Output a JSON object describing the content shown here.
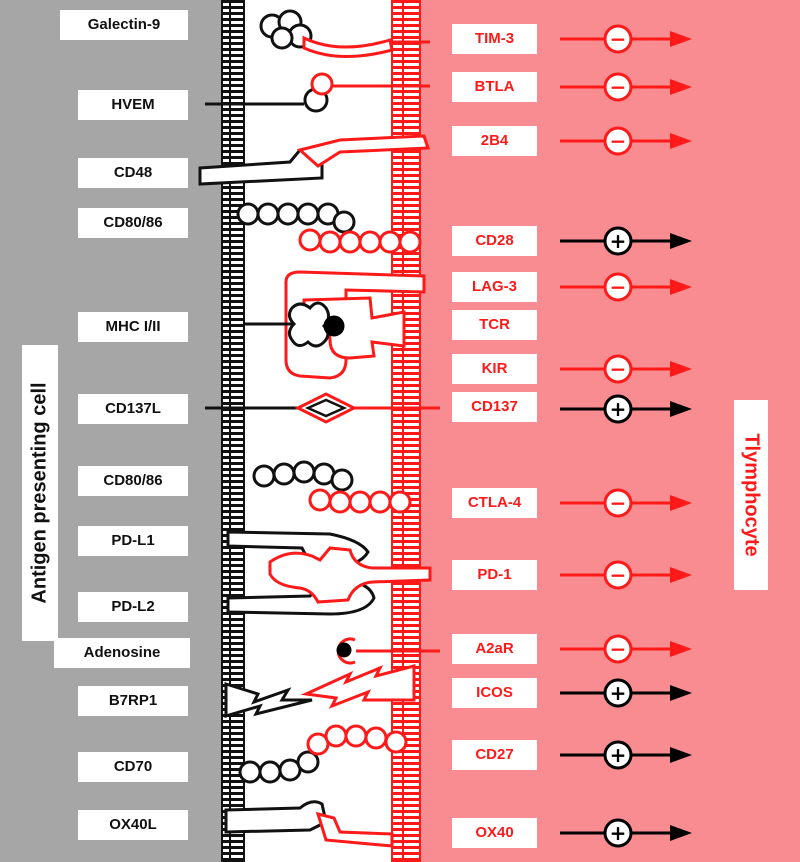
{
  "diagram": {
    "apc_title": "Antigen presenting cell",
    "tcell_title": "Tlymphocyte",
    "colors": {
      "apc_bg": "#a6a6a6",
      "tcell_bg": "#f98c90",
      "inhibitory": "#ff1a1a",
      "stimulatory": "#000000"
    },
    "ligands": [
      "Galectin-9",
      "HVEM",
      "CD48",
      "CD80/86",
      "MHC I/II",
      "CD137L",
      "CD80/86",
      "PD-L1",
      "PD-L2",
      "Adenosine",
      "B7RP1",
      "CD70",
      "OX40L"
    ],
    "receptors": [
      {
        "label": "TIM-3",
        "signal": "−"
      },
      {
        "label": "BTLA",
        "signal": "−"
      },
      {
        "label": "2B4",
        "signal": "−"
      },
      {
        "label": "CD28",
        "signal": "+"
      },
      {
        "label": "LAG-3",
        "signal": "−"
      },
      {
        "label": "TCR",
        "signal": ""
      },
      {
        "label": "KIR",
        "signal": "−"
      },
      {
        "label": "CD137",
        "signal": "+"
      },
      {
        "label": "CTLA-4",
        "signal": "−"
      },
      {
        "label": "PD-1",
        "signal": "−"
      },
      {
        "label": "A2aR",
        "signal": "−"
      },
      {
        "label": "ICOS",
        "signal": "+"
      },
      {
        "label": "CD27",
        "signal": "+"
      },
      {
        "label": "OX40",
        "signal": "+"
      }
    ]
  }
}
